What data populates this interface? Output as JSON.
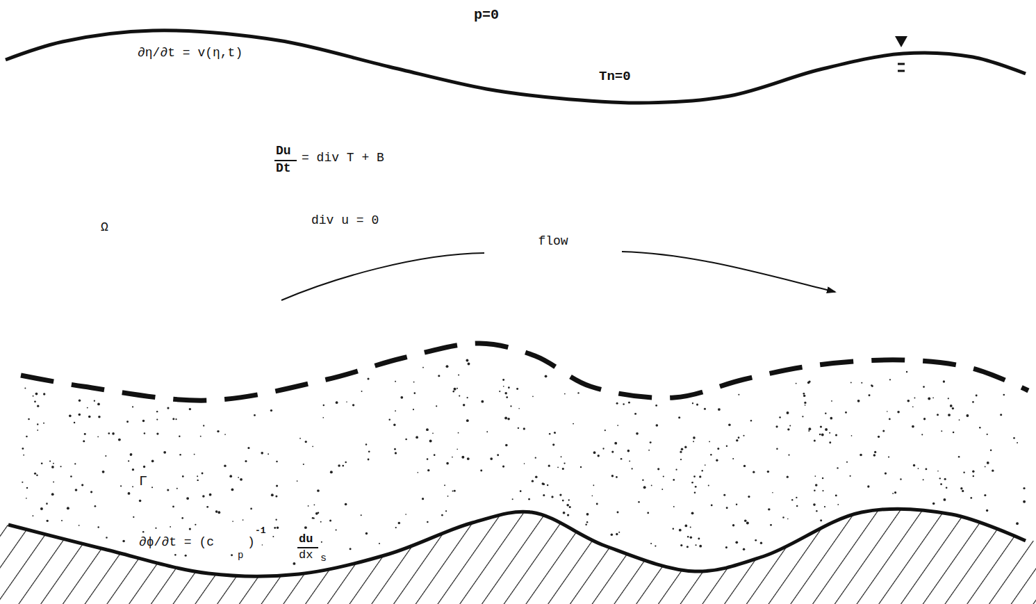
{
  "diagram": {
    "labels": [
      "p=0",
      "∂η/∂t = v(η,t)",
      "Tn=0",
      "Du",
      "Dt",
      "= div T + B",
      "div u = 0",
      "Ω",
      "flow",
      "Γ",
      "∂ϕ/∂t = (c",
      "p",
      ")",
      "-1",
      "du",
      "dx",
      "s"
    ]
  }
}
